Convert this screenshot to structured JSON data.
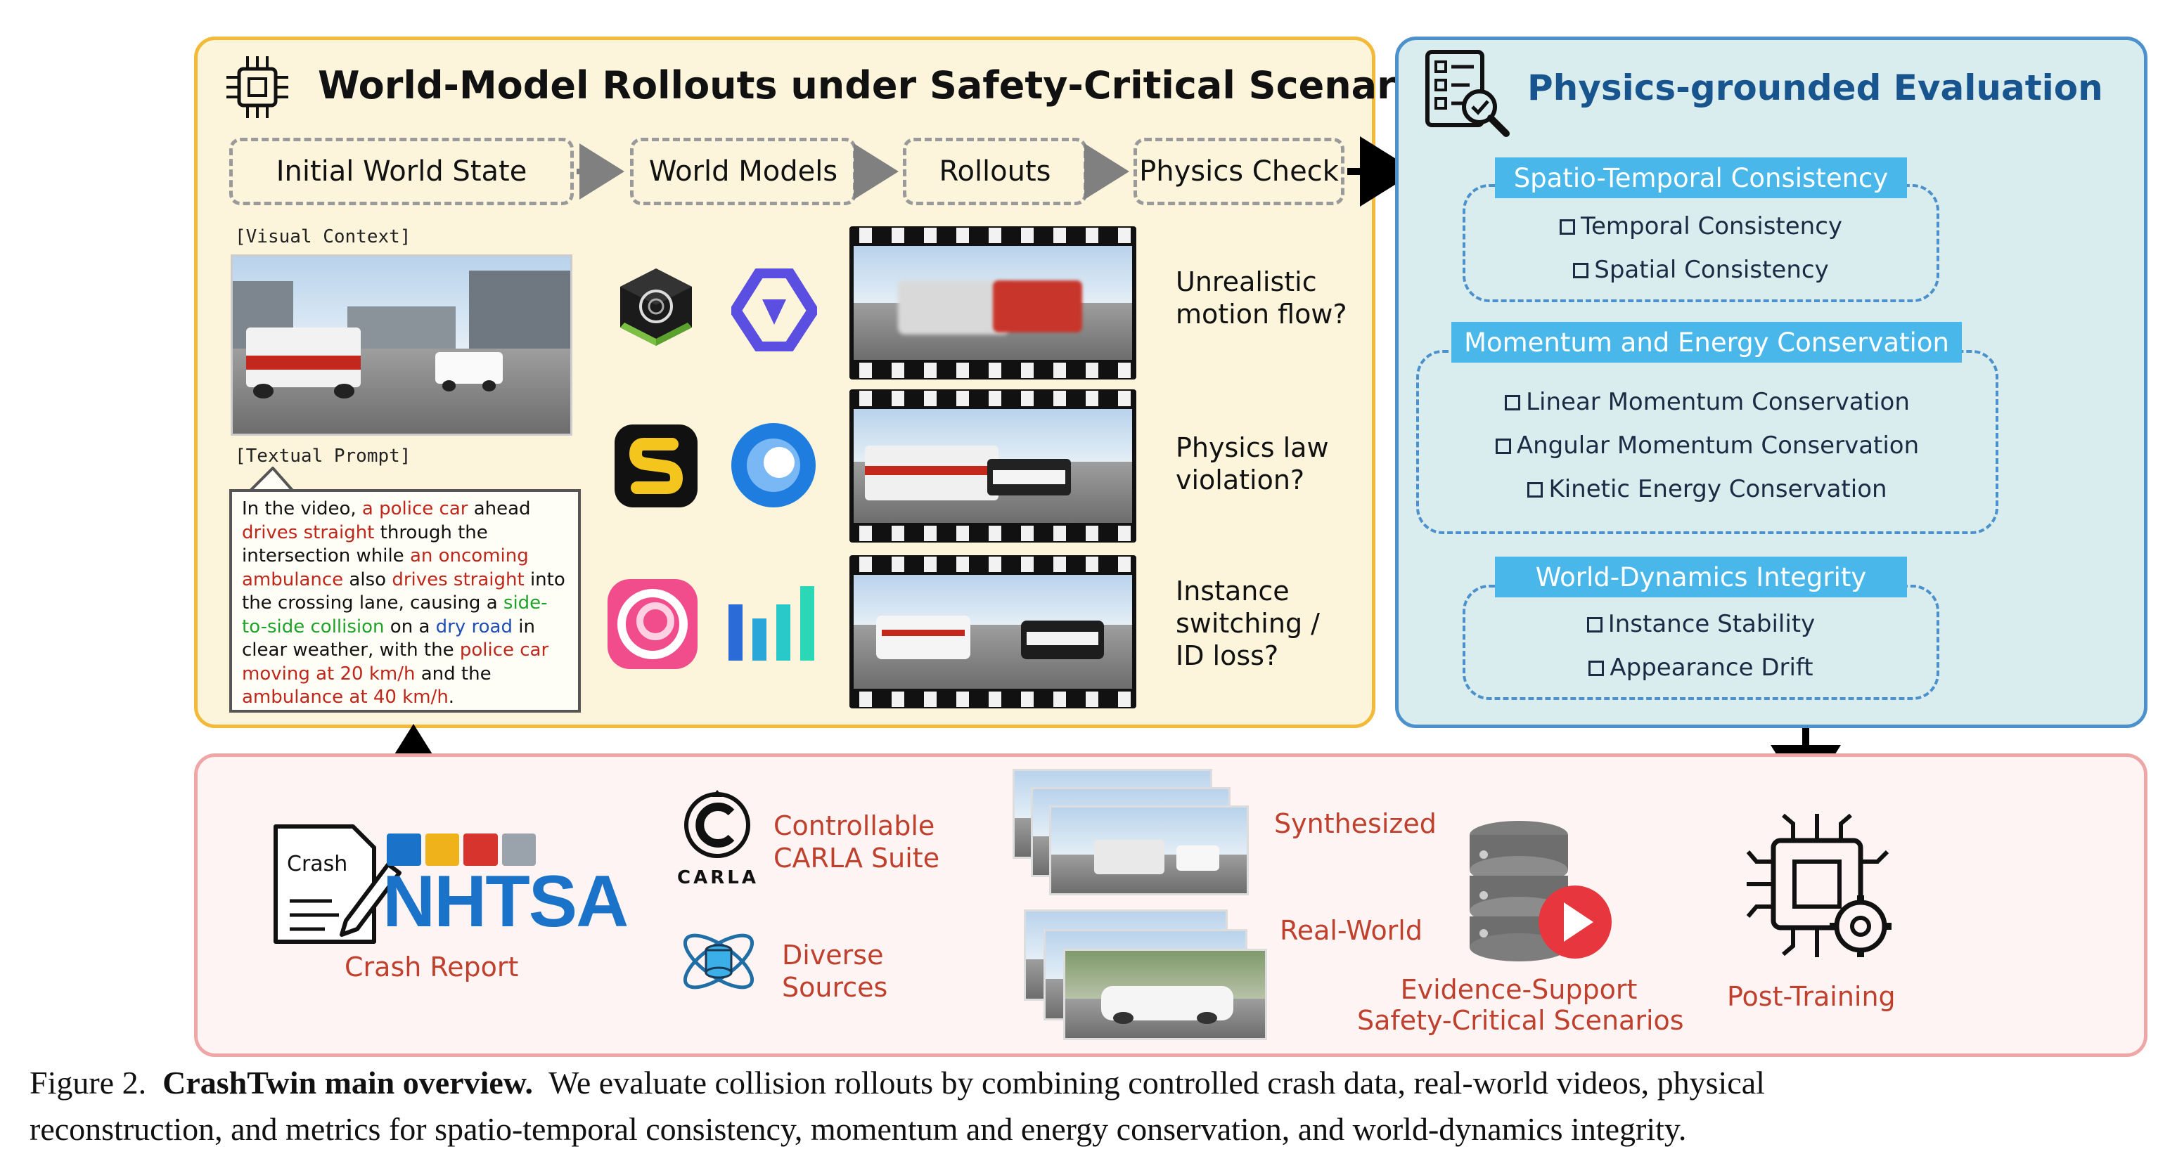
{
  "rollouts_panel": {
    "title": "World-Model Rollouts under Safety-Critical Scenarios",
    "stages": [
      "Initial World State",
      "World Models",
      "Rollouts",
      "Physics Check"
    ],
    "visual_context_label": "[Visual Context]",
    "textual_prompt_label": "[Textual Prompt]",
    "prompt_segments": [
      {
        "text": "In the video, ",
        "color": "plain"
      },
      {
        "text": "a police car",
        "color": "red"
      },
      {
        "text": " ahead ",
        "color": "plain"
      },
      {
        "text": "drives straight",
        "color": "red"
      },
      {
        "text": " through the intersection while ",
        "color": "plain"
      },
      {
        "text": "an oncoming ambulance",
        "color": "red"
      },
      {
        "text": " also ",
        "color": "plain"
      },
      {
        "text": "drives straight",
        "color": "red"
      },
      {
        "text": " into the crossing lane, causing a ",
        "color": "plain"
      },
      {
        "text": "side-to-side collision",
        "color": "green"
      },
      {
        "text": " on a ",
        "color": "plain"
      },
      {
        "text": "dry road",
        "color": "blue"
      },
      {
        "text": " in clear weather, with the ",
        "color": "plain"
      },
      {
        "text": "police car moving at 20 km/h",
        "color": "red"
      },
      {
        "text": " and the ",
        "color": "plain"
      },
      {
        "text": "ambulance at 40 km/h",
        "color": "red"
      },
      {
        "text": ".",
        "color": "plain"
      }
    ],
    "questions": [
      "Unrealistic motion flow?",
      "Physics law violation?",
      "Instance switching / ID loss?"
    ]
  },
  "eval_panel": {
    "title": "Physics-grounded Evaluation",
    "groups": [
      {
        "heading": "Spatio-Temporal Consistency",
        "items": [
          "Temporal Consistency",
          "Spatial Consistency"
        ]
      },
      {
        "heading": "Momentum and Energy Conservation",
        "items": [
          "Linear Momentum Conservation",
          "Angular Momentum Conservation",
          "Kinetic Energy Conservation"
        ]
      },
      {
        "heading": "World-Dynamics Integrity",
        "items": [
          "Instance Stability",
          "Appearance Drift"
        ]
      }
    ]
  },
  "data_panel": {
    "crash_doc_label": "Crash",
    "nhtsa_logo": "NHTSA",
    "crash_report_label": "Crash Report",
    "carla_logo": "CARLA",
    "carla_label_line1": "Controllable",
    "carla_label_line2": "CARLA Suite",
    "diverse_line1": "Diverse",
    "diverse_line2": "Sources",
    "synthesized_label": "Synthesized",
    "realworld_label": "Real-World",
    "evidence_line1": "Evidence-Support",
    "evidence_line2": "Safety-Critical Scenarios",
    "post_training_label": "Post-Training"
  },
  "caption": {
    "figure_label": "Figure 2.",
    "bold_title": "CrashTwin main overview.",
    "line1_rest": "We evaluate collision rollouts by combining controlled crash data, real-world videos, physical",
    "line2": "reconstruction, and metrics for spatio-temporal consistency, momentum and energy conservation, and world-dynamics integrity."
  },
  "colors": {
    "rollouts_fill": "#fcf5dc",
    "rollouts_border": "#f3ba3a",
    "eval_fill": "#d9ecee",
    "eval_border": "#4d91cc",
    "data_fill": "#fdf4f3",
    "data_border": "#eea6a6",
    "accent_red": "#c0402e",
    "nhtsa_blue": "#1a73c8"
  },
  "icons": [
    "chip-icon",
    "checklist-search-icon",
    "world-model-logo-icons",
    "database-play-icon",
    "gear-chip-icon",
    "document-pen-icon"
  ]
}
